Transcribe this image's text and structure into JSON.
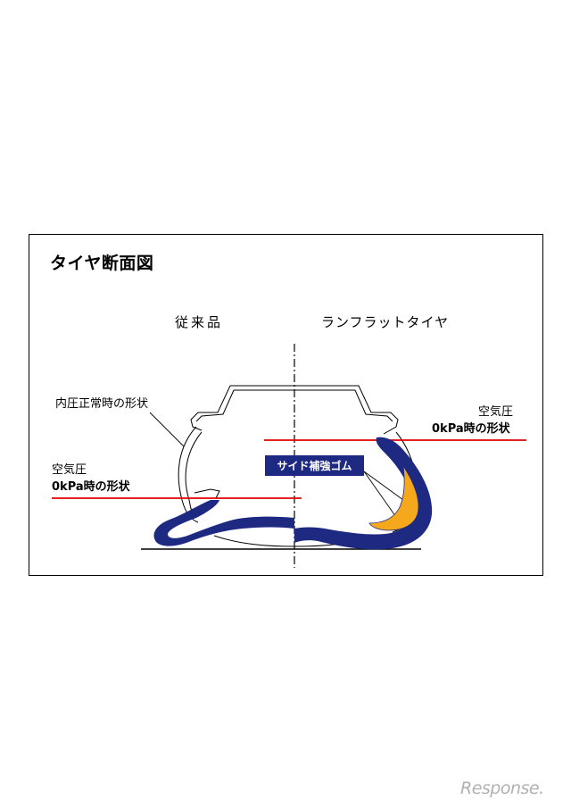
{
  "title": "タイヤ断面図",
  "columns": {
    "left": "従来品",
    "right": "ランフラットタイヤ"
  },
  "notes": {
    "normal_shape": "内圧正常時の形状",
    "left_zero_line1": "空気圧",
    "left_zero_line2": "0kPa時の形状",
    "right_zero_line1": "空気圧",
    "right_zero_line2": "0kPa時の形状"
  },
  "tag": "サイド補強ゴム",
  "watermark": "Response.",
  "colors": {
    "tire_blue": "#1e2a82",
    "reinforcement_orange": "#f5a81c",
    "zero_pressure_line": "#e00000"
  }
}
